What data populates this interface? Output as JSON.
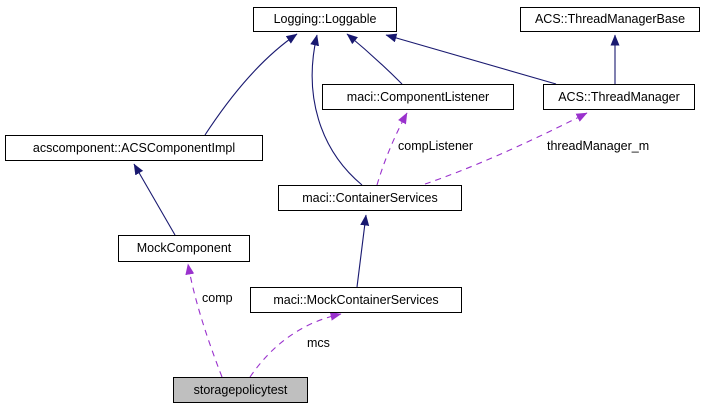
{
  "colors": {
    "background": "#ffffff",
    "node_fill": "#ffffff",
    "node_border": "#000000",
    "focus_node_fill": "#bfbfbf",
    "inheritance_edge": "#191970",
    "usage_edge": "#9a32cd",
    "text": "#000000"
  },
  "nodes": [
    {
      "id": "loggable",
      "label": "Logging::Loggable"
    },
    {
      "id": "threadmanagerbase",
      "label": "ACS::ThreadManagerBase"
    },
    {
      "id": "componentlistener",
      "label": "maci::ComponentListener"
    },
    {
      "id": "threadmanager",
      "label": "ACS::ThreadManager"
    },
    {
      "id": "acscomponentimpl",
      "label": "acscomponent::ACSComponentImpl"
    },
    {
      "id": "containerservices",
      "label": "maci::ContainerServices"
    },
    {
      "id": "mockcomponent",
      "label": "MockComponent"
    },
    {
      "id": "mockcontainerservices",
      "label": "maci::MockContainerServices"
    },
    {
      "id": "storagepolicytest",
      "label": "storagepolicytest",
      "focus": true
    }
  ],
  "edges": [
    {
      "from": "acscomponent::ACSComponentImpl",
      "to": "Logging::Loggable",
      "type": "inheritance"
    },
    {
      "from": "maci::ContainerServices",
      "to": "Logging::Loggable",
      "type": "inheritance"
    },
    {
      "from": "maci::ComponentListener",
      "to": "Logging::Loggable",
      "type": "inheritance"
    },
    {
      "from": "ACS::ThreadManager",
      "to": "Logging::Loggable",
      "type": "inheritance"
    },
    {
      "from": "ACS::ThreadManager",
      "to": "ACS::ThreadManagerBase",
      "type": "inheritance"
    },
    {
      "from": "MockComponent",
      "to": "acscomponent::ACSComponentImpl",
      "type": "inheritance"
    },
    {
      "from": "maci::MockContainerServices",
      "to": "maci::ContainerServices",
      "type": "inheritance"
    },
    {
      "from": "maci::ContainerServices",
      "to": "maci::ComponentListener",
      "type": "usage",
      "label": "compListener"
    },
    {
      "from": "maci::ContainerServices",
      "to": "ACS::ThreadManager",
      "type": "usage",
      "label": "threadManager_m"
    },
    {
      "from": "storagepolicytest",
      "to": "MockComponent",
      "type": "usage",
      "label": "comp"
    },
    {
      "from": "storagepolicytest",
      "to": "maci::MockContainerServices",
      "type": "usage",
      "label": "mcs"
    }
  ]
}
